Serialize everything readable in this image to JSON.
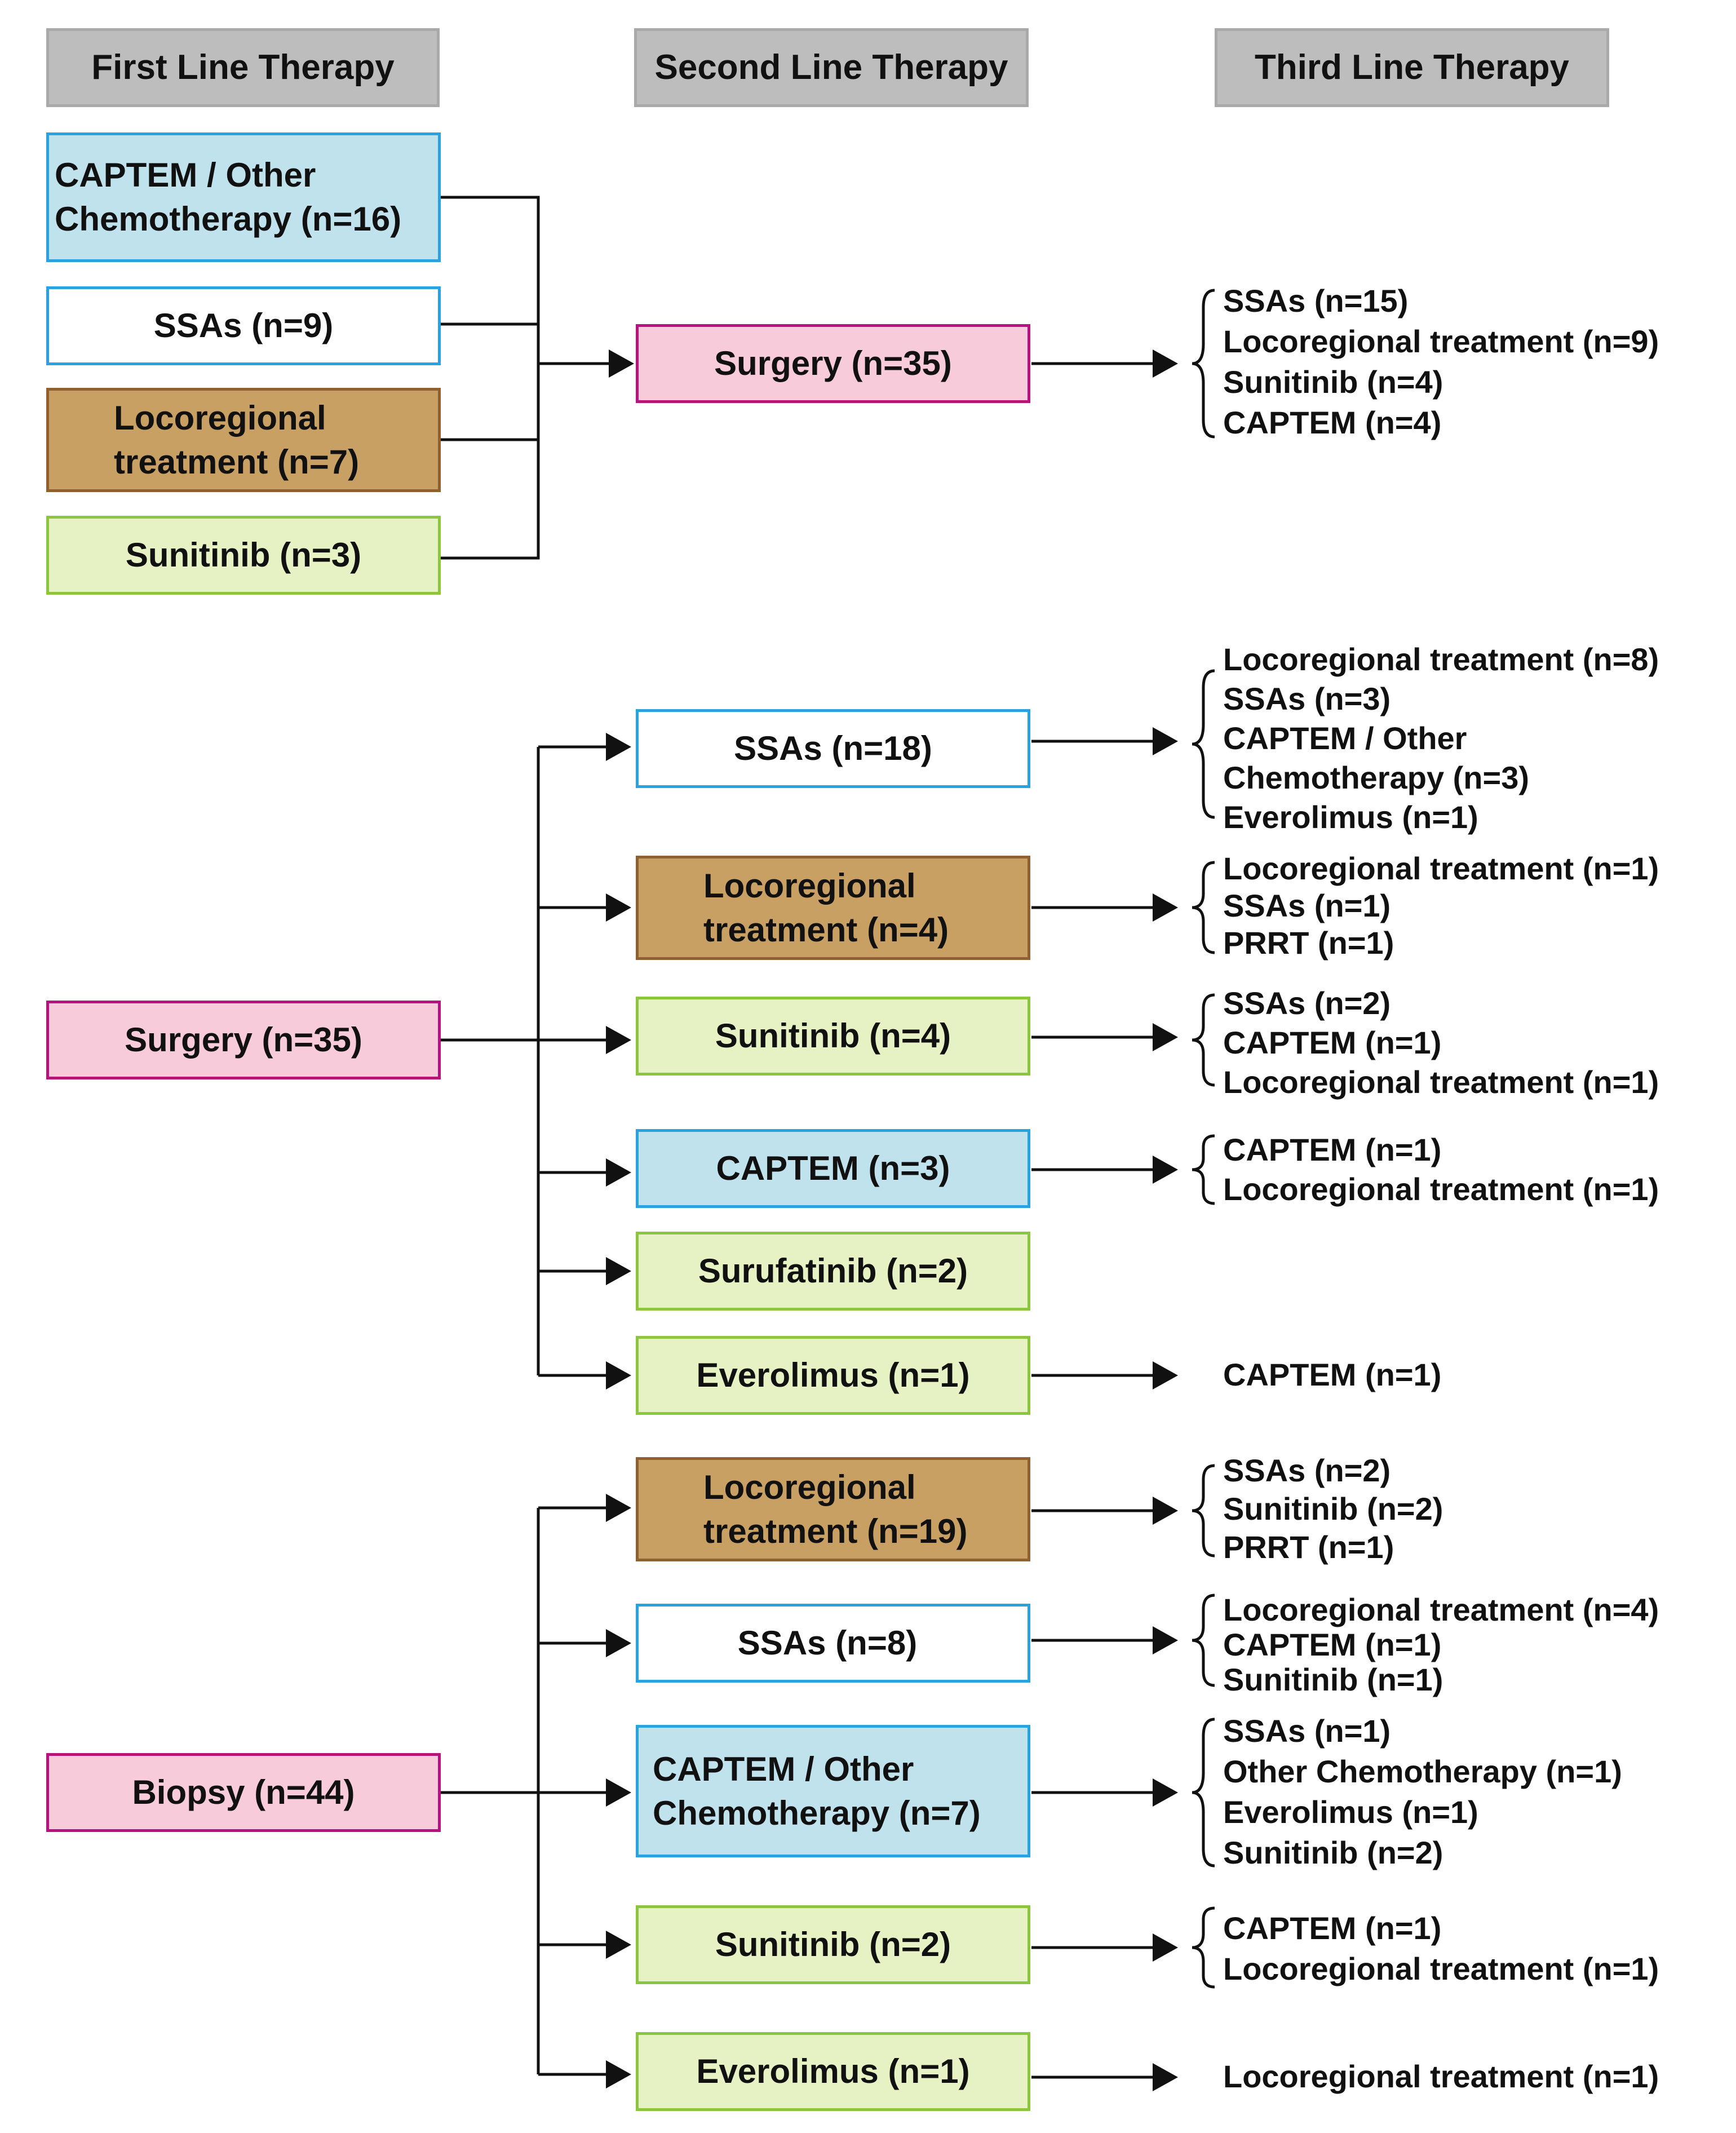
{
  "headers": {
    "first": "First Line Therapy",
    "second": "Second Line Therapy",
    "third": "Third Line Therapy"
  },
  "section1": {
    "first_line": [
      "CAPTEM / Other\nChemotherapy  (n=16)",
      "SSAs (n=9)",
      "Locoregional\ntreatment (n=7)",
      "Sunitinib (n=3)"
    ],
    "second_line": [
      "Surgery (n=35)"
    ],
    "third_line": [
      [
        "SSAs (n=15)",
        "Locoregional treatment (n=9)",
        "Sunitinib (n=4)",
        "CAPTEM  (n=4)"
      ]
    ]
  },
  "section2": {
    "first_line": [
      "Surgery (n=35)"
    ],
    "second_line": [
      "SSAs (n=18)",
      "Locoregional\ntreatment (n=4)",
      "Sunitinib (n=4)",
      "CAPTEM  (n=3)",
      "Surufatinib (n=2)",
      "Everolimus (n=1)"
    ],
    "third_line": [
      [
        "Locoregional treatment (n=8)",
        "SSAs (n=3)",
        "CAPTEM / Other",
        "Chemotherapy  (n=3)",
        "Everolimus (n=1)"
      ],
      [
        "Locoregional treatment (n=1)",
        "SSAs (n=1)",
        "PRRT  (n=1)"
      ],
      [
        "SSAs (n=2)",
        "CAPTEM  (n=1)",
        "Locoregional treatment (n=1)"
      ],
      [
        "CAPTEM  (n=1)",
        "Locoregional treatment (n=1)"
      ],
      [],
      [
        "CAPTEM  (n=1)"
      ]
    ]
  },
  "section3": {
    "first_line": [
      "Biopsy (n=44)"
    ],
    "second_line": [
      "Locoregional\ntreatment (n=19)",
      "SSAs (n=8)",
      "CAPTEM / Other\nChemotherapy  (n=7)",
      "Sunitinib (n=2)",
      "Everolimus (n=1)"
    ],
    "third_line": [
      [
        "SSAs (n=2)",
        "Sunitinib (n=2)",
        "PRRT  (n=1)"
      ],
      [
        "Locoregional treatment (n=4)",
        "CAPTEM  (n=1)",
        "Sunitinib (n=1)"
      ],
      [
        "SSAs (n=1)",
        "Other Chemotherapy (n=1)",
        "Everolimus (n=1)",
        "Sunitinib  (n=2)"
      ],
      [
        "CAPTEM  (n=1)",
        "Locoregional treatment (n=1)"
      ],
      [
        "Locoregional treatment (n=1)"
      ]
    ]
  },
  "colors": {
    "header_fill": "#bdbdbd",
    "white_fill": "#ffffff",
    "blue_fill": "#bfe2ec",
    "blue_border": "#29a3e0",
    "pink_fill": "#f7cbda",
    "pink_border": "#b8127f",
    "brown_fill": "#c9a064",
    "brown_border": "#8f6030",
    "green_fill": "#e6f1c4",
    "green_border": "#8cc63f",
    "line": "#111111"
  }
}
